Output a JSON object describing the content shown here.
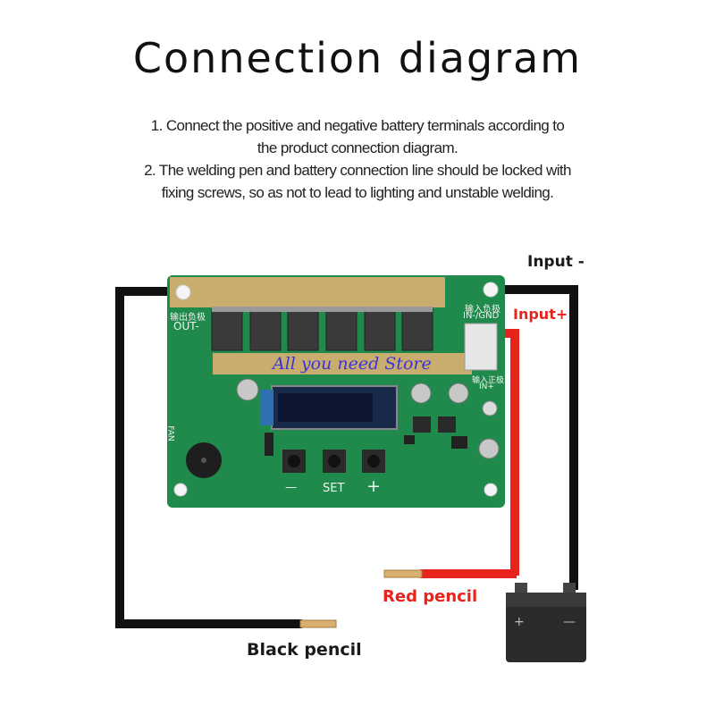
{
  "title": "Connection diagram",
  "instructions": [
    "1. Connect the positive and negative battery terminals according to",
    "the product connection diagram.",
    "2. The welding pen and battery connection line should be locked with",
    "fixing screws, so as not to lead to lighting and unstable welding."
  ],
  "labels": {
    "input_negative": "Input -",
    "input_positive": "Input+",
    "red_pencil": "Red pencil",
    "black_pencil": "Black pencil"
  },
  "watermark": "All you need Store",
  "board": {
    "out_label_cn": "输出负极",
    "out_label": "OUT-",
    "in_label_cn": "输入负极",
    "in_label": "IN-/GND",
    "in_pos_cn": "输入正极",
    "in_pos": "IN+",
    "fan_label": "FAN",
    "button_minus": "—",
    "button_set": "SET",
    "button_plus": "+"
  },
  "battery": {
    "plus": "+",
    "minus": "—"
  },
  "colors": {
    "pcb": "#1f8a4c",
    "copper_bar": "#c9ad6e",
    "red_wire": "#e8231c",
    "black_wire": "#111111",
    "battery": "#2b2b2b"
  }
}
